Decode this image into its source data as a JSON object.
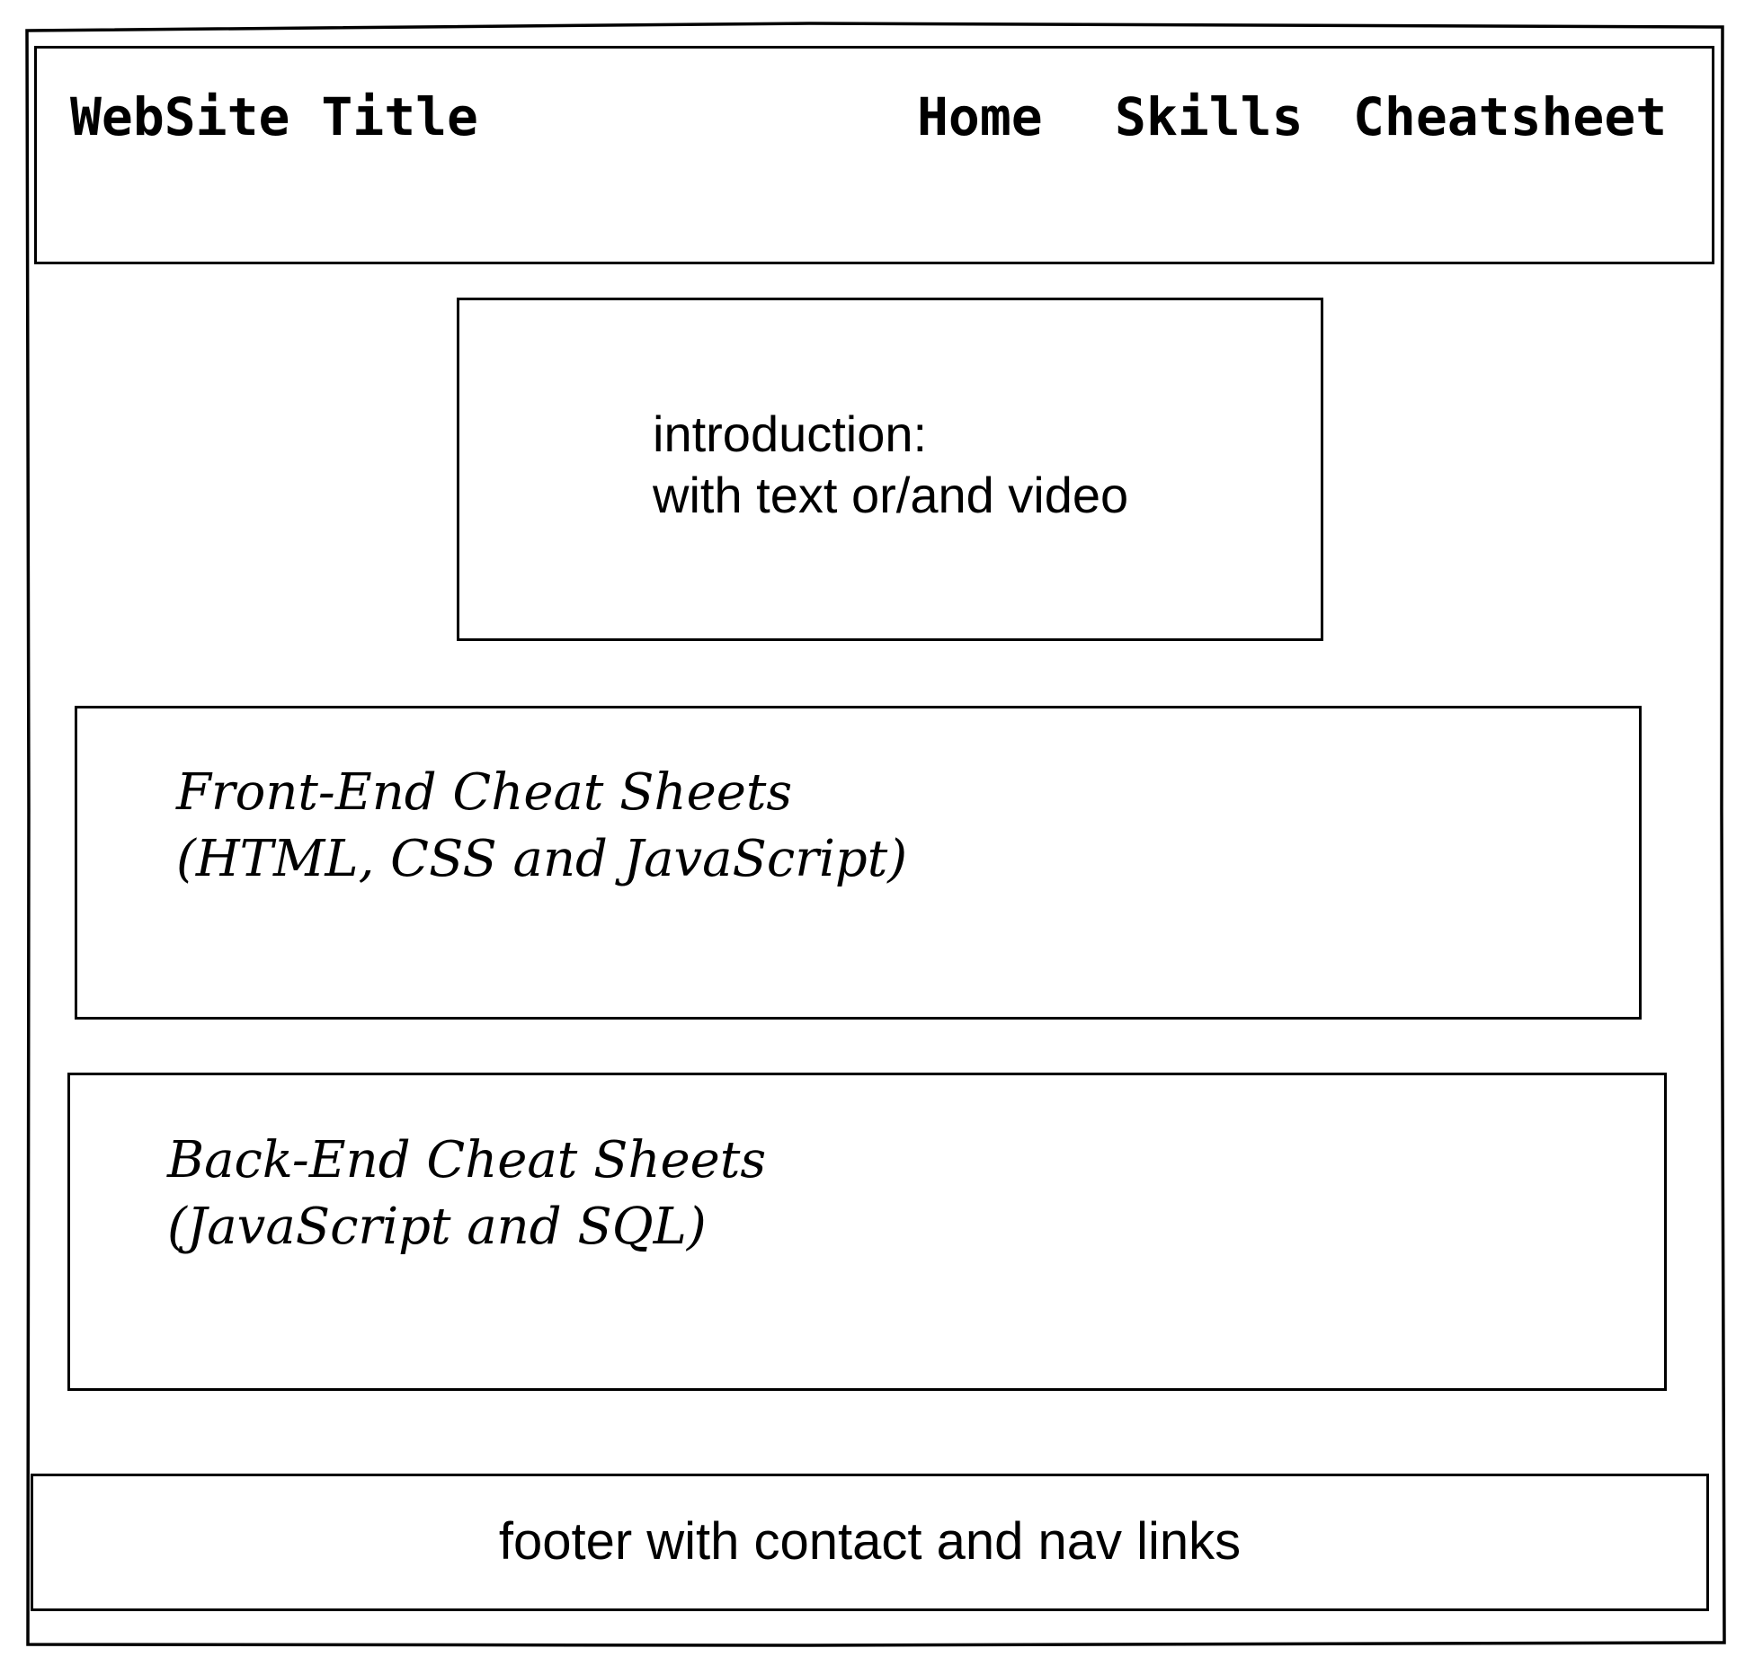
{
  "header": {
    "site_title": "WebSite Title",
    "nav": [
      "Home",
      "Skills",
      "Cheatsheet"
    ]
  },
  "intro": {
    "line1": "introduction:",
    "line2": "with text or/and video"
  },
  "frontend": {
    "line1": "Front-End Cheat Sheets",
    "line2": "(HTML, CSS and JavaScript)"
  },
  "backend": {
    "line1": "Back-End Cheat Sheets",
    "line2": "(JavaScript and SQL)"
  },
  "footer": {
    "text": "footer with contact and nav links"
  }
}
